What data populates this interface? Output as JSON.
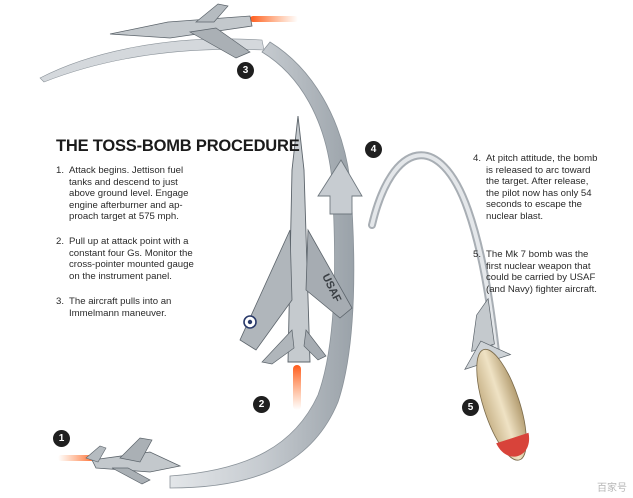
{
  "title": "THE TOSS-BOMB PROCEDURE",
  "steps": [
    {
      "num": "1.",
      "lines": [
        "Attack begins. Jettison fuel",
        "tanks and descend to just",
        "above ground level. Engage",
        "engine afterburner and ap-",
        "proach target at 575 mph."
      ]
    },
    {
      "num": "2.",
      "lines": [
        "Pull up at attack point with a",
        "constant four Gs. Monitor the",
        "cross-pointer mounted gauge",
        "on the instrument panel."
      ]
    },
    {
      "num": "3.",
      "lines": [
        "The aircraft pulls into an",
        "Immelmann maneuver."
      ]
    },
    {
      "num": "4.",
      "lines": [
        "At pitch attitude, the bomb",
        "is released to arc toward",
        "the target. After release,",
        "the pilot now has only 54",
        "seconds to escape the",
        "nuclear blast."
      ]
    },
    {
      "num": "5.",
      "lines": [
        "The Mk 7 bomb was the",
        "first nuclear weapon that",
        "could be carried by USAF",
        "(and Navy) fighter aircraft."
      ]
    }
  ],
  "badges": [
    "1",
    "2",
    "3",
    "4",
    "5"
  ],
  "aircraft_marking": "USAF",
  "watermark": "百家号",
  "colors": {
    "arrow_fill": "#cfd3d7",
    "arrow_edge": "#7d858c",
    "badge": "#1f1f1f",
    "bomb_tip": "#d8433a"
  }
}
